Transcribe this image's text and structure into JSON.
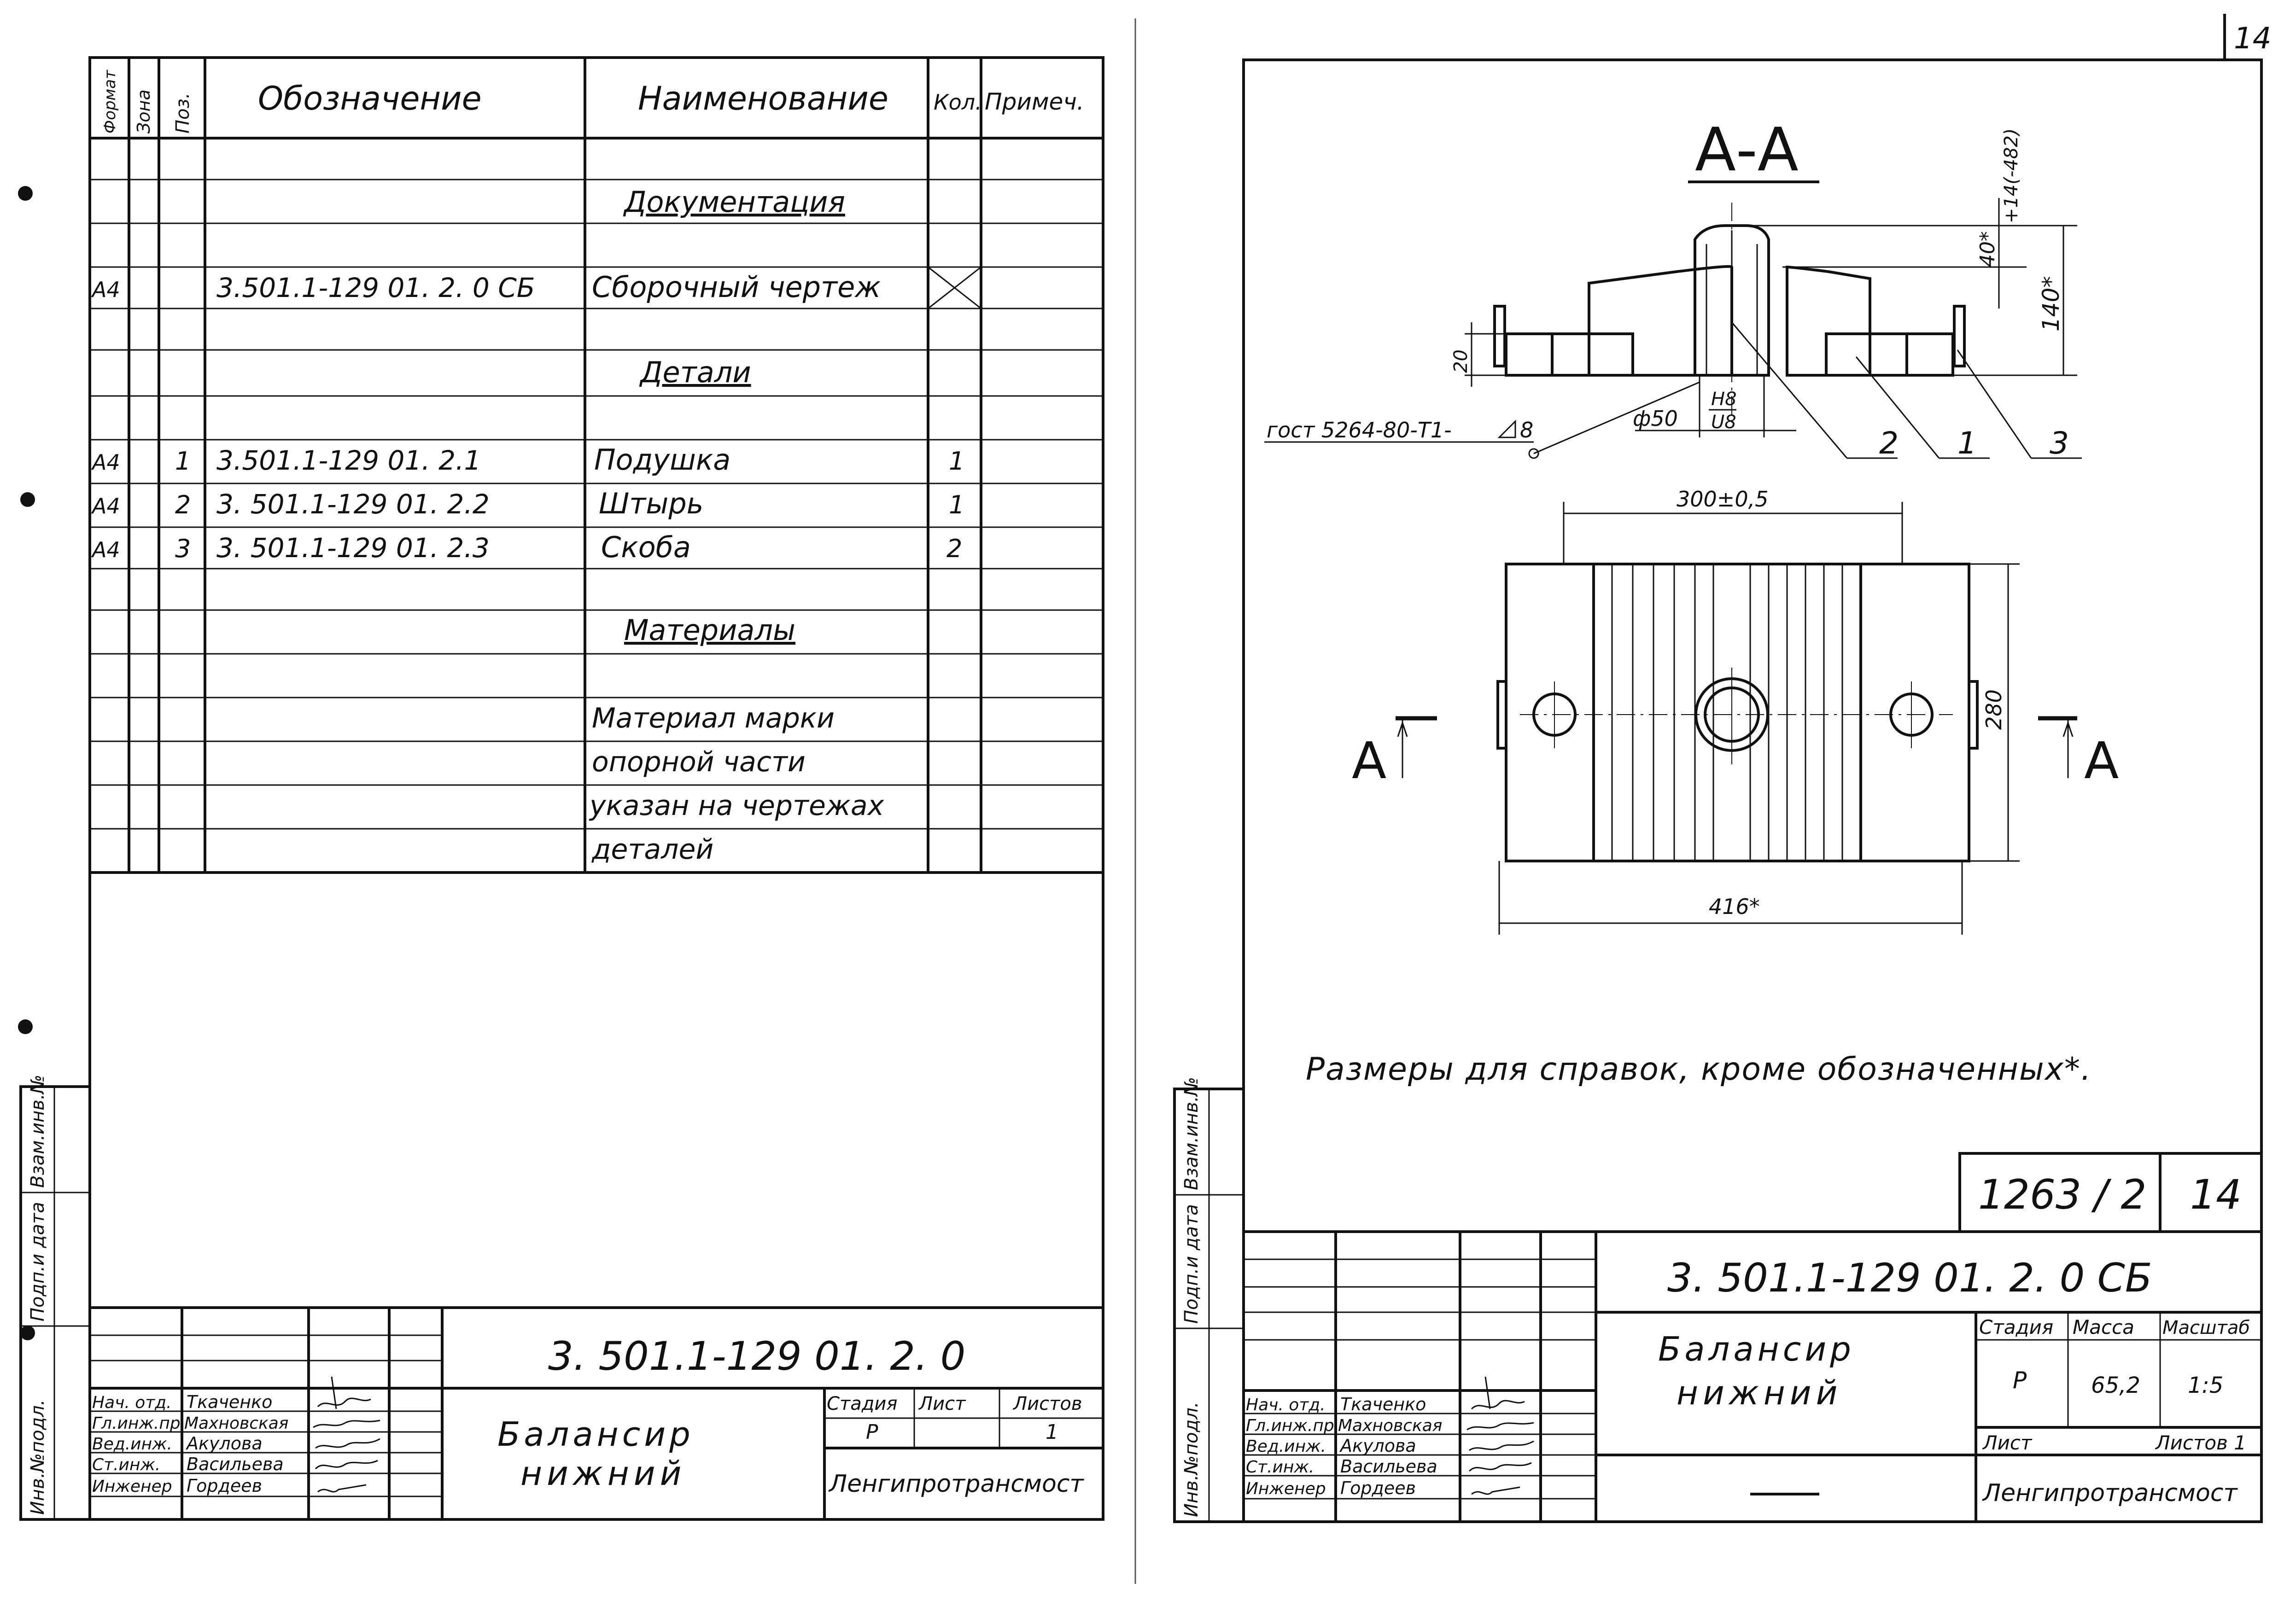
{
  "left_sheet": {
    "headers": {
      "format": "Формат",
      "zone": "Зона",
      "pos": "Поз.",
      "designation": "Обозначение",
      "name": "Наименование",
      "qty": "Кол.",
      "note": "Примеч."
    },
    "sections": {
      "documentation": "Документация",
      "parts": "Детали",
      "materials": "Материалы"
    },
    "rows": [
      {
        "format": "А4",
        "pos": "",
        "designation": "3.501.1-129  01. 2. 0 СБ",
        "name": "Сборочный чертеж",
        "qty": ""
      },
      {
        "format": "А4",
        "pos": "1",
        "designation": "3.501.1-129  01.  2.1",
        "name": "Подушка",
        "qty": "1"
      },
      {
        "format": "А4",
        "pos": "2",
        "designation": "3. 501.1-129  01.   2.2",
        "name": "Штырь",
        "qty": "1"
      },
      {
        "format": "А4",
        "pos": "3",
        "designation": "3. 501.1-129  01.   2.3",
        "name": "Скоба",
        "qty": "2"
      }
    ],
    "materials_note": [
      "Материал марки",
      "опорной части",
      "указан на чертежах",
      "деталей"
    ],
    "side_labels": [
      "Инв.№подл.",
      "Подп.и дата",
      "Взам.инв.№"
    ],
    "title_block": {
      "code": "3. 501.1-129  01. 2. 0",
      "title_line1": "Балансир",
      "title_line2": "нижний",
      "stage_label": "Стадия",
      "sheet_label": "Лист",
      "sheets_label": "Листов",
      "stage": "Р",
      "sheets": "1",
      "org": "Ленгипротрансмост",
      "roles": [
        "Нач. отд.",
        "Гл.инж.пр.",
        "Вед.инж.",
        "Ст.инж.",
        "Инженер"
      ],
      "names": [
        "Ткаченко",
        "Махновская",
        "Акулова",
        "Васильева",
        "Гордеев"
      ]
    }
  },
  "right_sheet": {
    "page_number": "14",
    "section_title": "А-А",
    "dims": {
      "d_40": "40*",
      "d_tol": "+14(-482)",
      "d_140": "140*",
      "d_20": "20",
      "d_phi50": "ф50",
      "d_fit_top": "H8",
      "d_fit_bot": "U8",
      "d_300": "300±0,5",
      "d_280": "280",
      "d_416": "416*"
    },
    "weld_note": "гост 5264-80-Т1-",
    "weld_leg": "8",
    "callouts": [
      "2",
      "1",
      "3"
    ],
    "section_mark": "А",
    "footnote": "Размеры для справок, кроме обозначенных*.",
    "archive_no": "1263 / 2",
    "archive_sheet": "14",
    "side_labels": [
      "Инв.№подл.",
      "Подп.и дата",
      "Взам.инв.№"
    ],
    "title_block": {
      "code": "3. 501.1-129   01. 2. 0 СБ",
      "title_line1": "Балансир",
      "title_line2": "нижний",
      "stage_label": "Стадия",
      "mass_label": "Масса",
      "scale_label": "Масштаб",
      "stage": "Р",
      "mass": "65,2",
      "scale": "1:5",
      "sheet_label": "Лист",
      "sheets_label": "Листов 1",
      "org": "Ленгипротрансмост",
      "roles": [
        "Нач. отд.",
        "Гл.инж.пр.",
        "Вед.инж.",
        "Ст.инж.",
        "Инженер"
      ],
      "names": [
        "Ткаченко",
        "Махновская",
        "Акулова",
        "Васильева",
        "Гордеев"
      ]
    }
  }
}
